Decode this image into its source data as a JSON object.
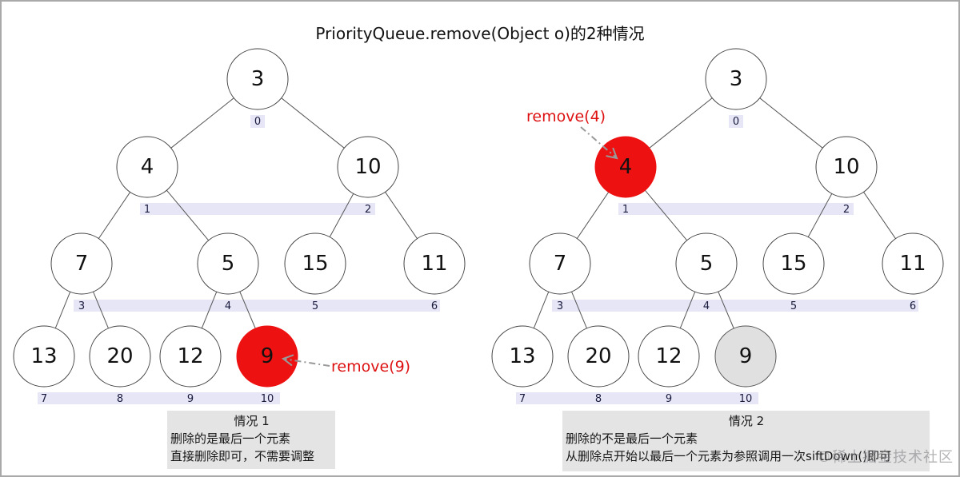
{
  "title": "PriorityQueue.remove(Object o)的2种情况",
  "colors": {
    "highlight_red": "#ee1111",
    "removed_gray": "#e0e0e0",
    "node_fill": "#ffffff",
    "node_stroke": "#444444",
    "gray_stroke": "#555555",
    "edge": "#555555",
    "index_bar": "#e6e6f7",
    "index_text": "#1a1a3c",
    "value_text": "#111111",
    "arrow": "#999999",
    "label_red": "#dd1111",
    "caption_bg": "#e4e4e4"
  },
  "heap": {
    "values": [
      "3",
      "4",
      "10",
      "7",
      "5",
      "15",
      "11",
      "13",
      "20",
      "12",
      "9"
    ],
    "indices": [
      "0",
      "1",
      "2",
      "3",
      "4",
      "5",
      "6",
      "7",
      "8",
      "9",
      "10"
    ]
  },
  "cases": [
    {
      "id": "case-1",
      "remove_label": "remove(9)",
      "red_index": 10,
      "gray_index": -1,
      "caption_title": "情况 1",
      "caption_lines": [
        "删除的是最后一个元素",
        "直接删除即可，不需要调整"
      ]
    },
    {
      "id": "case-2",
      "remove_label": "remove(4)",
      "red_index": 1,
      "gray_index": 10,
      "caption_title": "情况 2",
      "caption_lines": [
        "删除的不是最后一个元素",
        "从删除点开始以最后一个元素为参照调用一次siftDown()即可"
      ]
    }
  ],
  "watermark": "©稀土掘金技术社区"
}
